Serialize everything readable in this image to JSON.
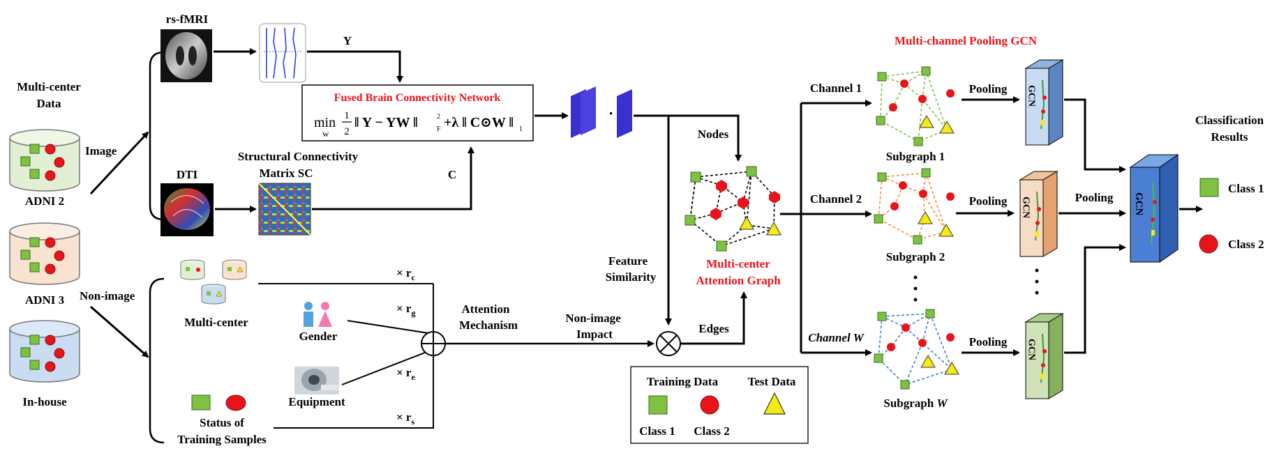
{
  "inputs": {
    "title": [
      "Multi-center",
      "Data"
    ],
    "datasets": [
      "ADNI 2",
      "ADNI 3",
      "In-house"
    ],
    "image_label": "Image",
    "nonimage_label": "Non-image"
  },
  "image_branch": {
    "fmri": "rs-fMRI",
    "y_label": "Y",
    "fused_title": "Fused Brain Connectivity Network",
    "formula": {
      "min": "min",
      "w_sub": "w",
      "half_num": "1",
      "half_den": "2",
      "body": "‖ Y − YW ‖",
      "f_sub": "F",
      "f_sup": "2",
      "plus": "+λ ‖ C⊙W ‖",
      "one_sub": "1"
    },
    "dti": "DTI",
    "sc_title": [
      "Structural Connectivity",
      "Matrix SC"
    ],
    "c_label": "C"
  },
  "nonimage_branch": {
    "multicenter": "Multi-center",
    "gender": "Gender",
    "equipment": "Equipment",
    "status": [
      "Status of",
      "Training Samples"
    ],
    "weights": [
      "× r",
      "× r",
      "× r",
      "× r"
    ],
    "weight_subs": [
      "c",
      "g",
      "e",
      "s"
    ],
    "attention": [
      "Attention",
      "Mechanism"
    ],
    "impact": [
      "Non-image",
      "Impact"
    ]
  },
  "graph": {
    "nodes_label": "Nodes",
    "feature": [
      "Feature",
      "Similarity"
    ],
    "edges_label": "Edges",
    "title": [
      "Multi-center",
      "Attention Graph"
    ]
  },
  "legend": {
    "training": "Training Data",
    "test": "Test Data",
    "class1": "Class 1",
    "class2": "Class 2"
  },
  "pooling_gcn": {
    "title": "Multi-channel Pooling GCN",
    "channels": [
      "Channel 1",
      "Channel 2",
      "Channel W"
    ],
    "subgraphs": [
      "Subgraph 1",
      "Subgraph 2",
      "Subgraph W"
    ],
    "pooling": "Pooling",
    "gcn": "GCN"
  },
  "results": {
    "title": [
      "Classification",
      "Results"
    ],
    "class1": "Class 1",
    "class2": "Class 2"
  },
  "colors": {
    "green": "#7fc242",
    "red": "#e8141c",
    "yellow": "#f5ea14",
    "highlight": "#e8141c",
    "blue_feature": "#3a2fd0",
    "gcn_blue": "#c7dcf2",
    "gcn_peach": "#f7dcc4",
    "gcn_green": "#cfe2b8",
    "final_blue": "#4a7fd4"
  }
}
